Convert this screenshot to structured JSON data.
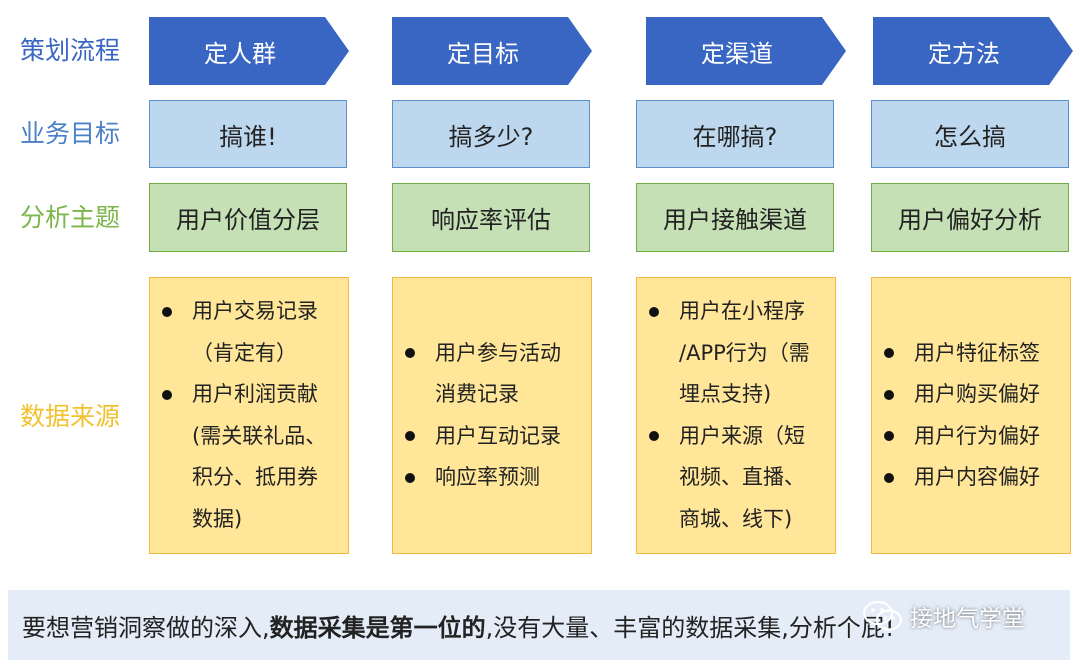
{
  "rows": {
    "process": {
      "label": "策划流程",
      "color": "#3a66c3"
    },
    "goal": {
      "label": "业务目标",
      "color": "#4a7fc9"
    },
    "theme": {
      "label": "分析主题",
      "color": "#7ab648"
    },
    "source": {
      "label": "数据来源",
      "color": "#f2c12e"
    }
  },
  "columns": [
    {
      "step": "定人群",
      "goal": "搞谁!",
      "theme": "用户价值分层",
      "sources": [
        {
          "bullet": true,
          "text": "用户交易记录"
        },
        {
          "bullet": false,
          "text": "（肯定有）"
        },
        {
          "bullet": true,
          "text": "用户利润贡献"
        },
        {
          "bullet": false,
          "text": "(需关联礼品、"
        },
        {
          "bullet": false,
          "text": "积分、抵用券"
        },
        {
          "bullet": false,
          "text": "数据)"
        }
      ]
    },
    {
      "step": "定目标",
      "goal": "搞多少?",
      "theme": "响应率评估",
      "sources": [
        {
          "bullet": true,
          "text": "用户参与活动"
        },
        {
          "bullet": false,
          "text": "消费记录"
        },
        {
          "bullet": true,
          "text": "用户互动记录"
        },
        {
          "bullet": true,
          "text": "响应率预测"
        }
      ]
    },
    {
      "step": "定渠道",
      "goal": "在哪搞?",
      "theme": "用户接触渠道",
      "sources": [
        {
          "bullet": true,
          "text": "用户在小程序"
        },
        {
          "bullet": false,
          "text": "/APP行为（需"
        },
        {
          "bullet": false,
          "text": "埋点支持)"
        },
        {
          "bullet": true,
          "text": "用户来源（短"
        },
        {
          "bullet": false,
          "text": "视频、直播、"
        },
        {
          "bullet": false,
          "text": "商城、线下)"
        }
      ]
    },
    {
      "step": "定方法",
      "goal": "怎么搞",
      "theme": "用户偏好分析",
      "sources": [
        {
          "bullet": true,
          "text": "用户特征标签"
        },
        {
          "bullet": true,
          "text": "用户购买偏好"
        },
        {
          "bullet": true,
          "text": "用户行为偏好"
        },
        {
          "bullet": true,
          "text": "用户内容偏好"
        }
      ]
    }
  ],
  "footer": {
    "before": "要想营销洞察做的深入,",
    "bold": "数据采集是第一位的",
    "after": ",没有大量、丰富的数据采集,分析个屁!"
  },
  "watermark": {
    "text": "接地气学堂",
    "icon": "wechat-icon"
  }
}
